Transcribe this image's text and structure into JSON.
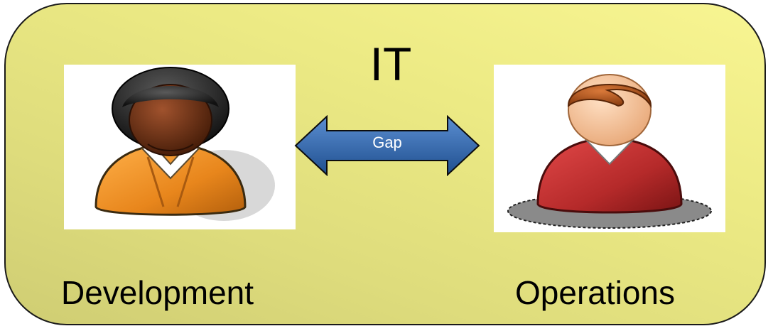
{
  "diagram": {
    "title": "IT",
    "left_person": {
      "label": "Development",
      "icon": "developer-person-icon"
    },
    "right_person": {
      "label": "Operations",
      "icon": "operations-person-icon"
    },
    "connector": {
      "label": "Gap",
      "icon": "double-headed-arrow-icon"
    }
  },
  "colors": {
    "panel_fill": "#ecea84",
    "panel_border": "#1a1a1a",
    "arrow_fill": "#2f5f9e",
    "dev_shirt": "#e8861c",
    "ops_sweater": "#b52a2a"
  }
}
